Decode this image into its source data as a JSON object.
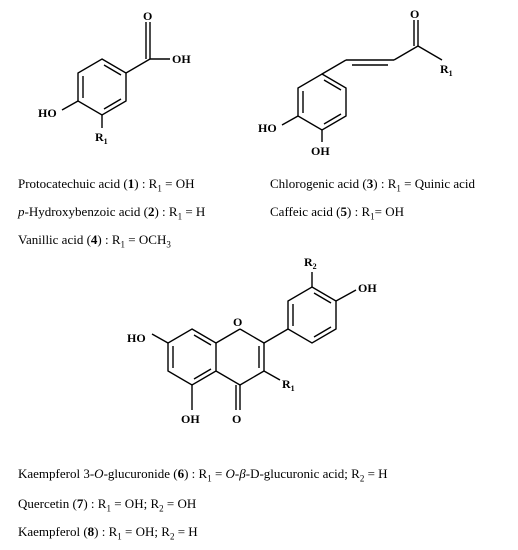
{
  "structures": {
    "benzoic": {
      "O_top": "O",
      "OH_acid": "OH",
      "HO": "HO",
      "R1": "R",
      "R1_sub": "1"
    },
    "cinnamic": {
      "O_top": "O",
      "R1": "R",
      "R1_sub": "1",
      "HO": "HO",
      "OH": "OH"
    },
    "flavonol": {
      "R2": "R",
      "R2_sub": "2",
      "OH_4p": "OH",
      "HO_7": "HO",
      "O_ring": "O",
      "R1": "R",
      "R1_sub": "1",
      "OH_5": "OH",
      "O_4": "O"
    }
  },
  "captions": {
    "c1": {
      "name": "Protocatechuic  acid  (",
      "num": "1",
      "rest": ") : R",
      "sub": "1",
      "eq": " = OH"
    },
    "c2": {
      "pre": "p",
      "name": "-Hydroxybenzoic  acid  (",
      "num": "2",
      "rest": ") : R",
      "sub": "1",
      "eq": " = H"
    },
    "c3": {
      "name": "Vanillic  acid  (",
      "num": "4",
      "rest": ") : R",
      "sub": "1",
      "eq": " = OCH",
      "sub2": "3"
    },
    "c4": {
      "name": "Chlorogenic  acid  (",
      "num": "3",
      "rest": ") : R",
      "sub": "1",
      "eq": " = Quinic acid"
    },
    "c5": {
      "name": "Caffeic  acid  (",
      "num": "5",
      "rest": ") : R",
      "sub": "1",
      "eq": "= OH"
    },
    "c6": {
      "name": "Kaempferol 3-",
      "o": "O",
      "name2": "-glucuronide  (",
      "num": "6",
      "rest": ") : R",
      "sub": "1",
      "eq": " = ",
      "o2": "O-β",
      "eq2": "-D-glucuronic  acid;  R",
      "sub2": "2",
      "eq3": " = H"
    },
    "c7": {
      "name": "Quercetin  (",
      "num": "7",
      "rest": ") : R",
      "sub": "1",
      "eq": " = OH;  R",
      "sub2": "2",
      "eq2": " = OH"
    },
    "c8": {
      "name": "Kaempferol  (",
      "num": "8",
      "rest": ") : R",
      "sub": "1",
      "eq": " = OH;  R",
      "sub2": "2",
      "eq2": " = H"
    }
  }
}
